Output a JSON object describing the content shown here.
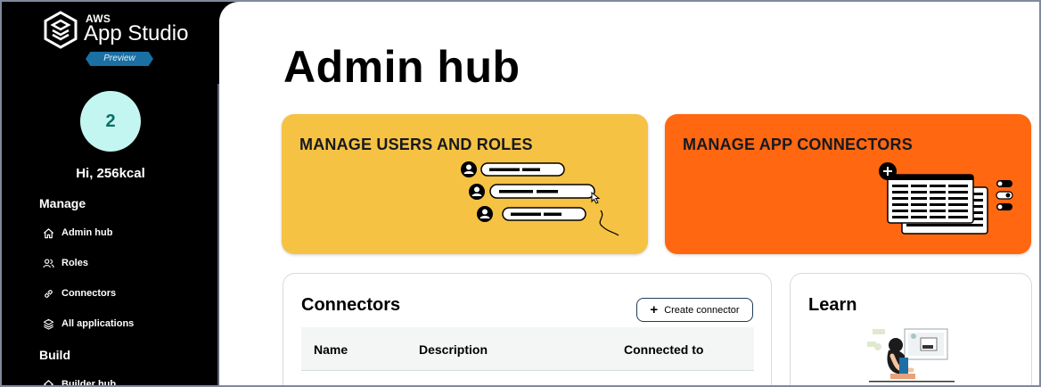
{
  "app": {
    "brand_small": "AWS",
    "brand_title": "App Studio",
    "preview_badge": "Preview"
  },
  "user": {
    "avatar_text": "2",
    "greeting": "Hi, 256kcal"
  },
  "sidebar": {
    "manage_title": "Manage",
    "build_title": "Build",
    "items": [
      {
        "label": "Admin hub",
        "icon": "home-icon"
      },
      {
        "label": "Roles",
        "icon": "users-icon"
      },
      {
        "label": "Connectors",
        "icon": "link-icon"
      },
      {
        "label": "All applications",
        "icon": "stack-icon"
      },
      {
        "label": "Builder hub",
        "icon": "home-icon"
      }
    ]
  },
  "main": {
    "title": "Admin hub",
    "cards": [
      {
        "label": "MANAGE USERS AND ROLES",
        "color": "#f5c243"
      },
      {
        "label": "MANAGE APP CONNECTORS",
        "color": "#ff6711"
      }
    ],
    "connectors_panel": {
      "title": "Connectors",
      "create_button": "Create connector",
      "columns": [
        "Name",
        "Description",
        "Connected to"
      ]
    },
    "learn_panel": {
      "title": "Learn"
    }
  }
}
